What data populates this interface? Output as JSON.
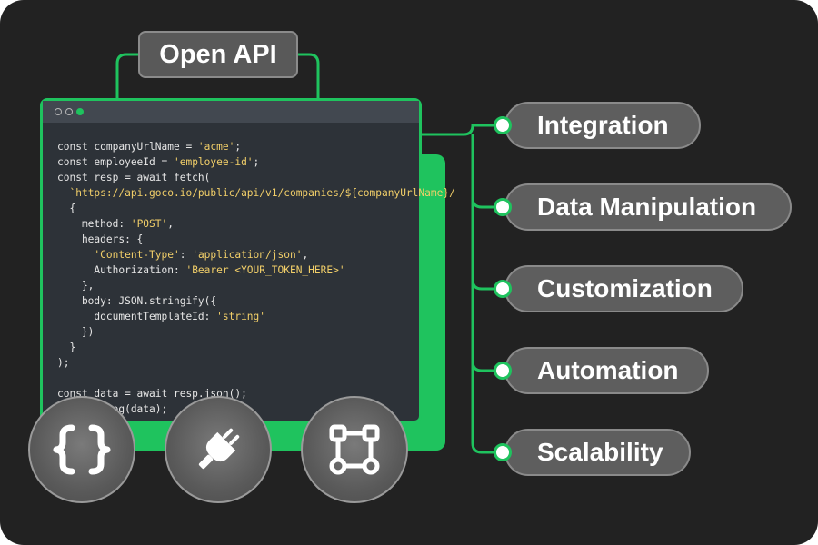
{
  "colors": {
    "accent": "#1fc35e",
    "background": "#222222",
    "pill": "#5e5e5e",
    "code_bg": "#2d3238",
    "string": "#f2cf69"
  },
  "header": {
    "label": "Open API"
  },
  "code_window": {
    "lines": [
      "const companyUrlName = 'acme';",
      "const employeeId = 'employee-id';",
      "const resp = await fetch(",
      "  `https://api.goco.io/public/api/v1/companies/${companyUrlName}/",
      "  {",
      "    method: 'POST',",
      "    headers: {",
      "      'Content-Type': 'application/json',",
      "      Authorization: 'Bearer <YOUR_TOKEN_HERE>'",
      "    },",
      "    body: JSON.stringify({",
      "      documentTemplateId: 'string'",
      "    })",
      "  }",
      ");",
      "",
      "const data = await resp.json();",
      "console.log(data);"
    ]
  },
  "features": [
    {
      "label": "Integration"
    },
    {
      "label": "Data Manipulation"
    },
    {
      "label": "Customization"
    },
    {
      "label": "Automation"
    },
    {
      "label": "Scalability"
    }
  ],
  "icons": [
    {
      "name": "curly-braces-icon"
    },
    {
      "name": "plug-icon"
    },
    {
      "name": "workflow-icon"
    }
  ]
}
